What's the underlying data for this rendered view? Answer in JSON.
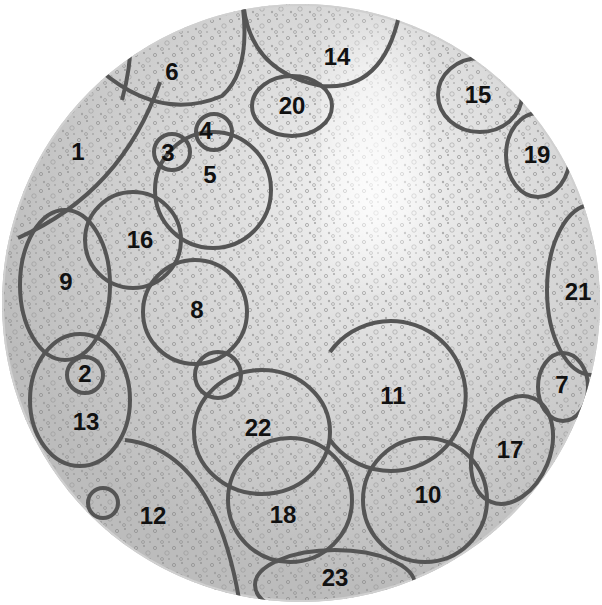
{
  "diagram": {
    "nodes": [
      {
        "text": [
          "6"
        ]
      },
      {
        "text": [
          "14"
        ]
      },
      {
        "text": [
          "20"
        ]
      },
      {
        "text": [
          "15"
        ]
      },
      {
        "text": [
          "4"
        ]
      },
      {
        "text": [
          "3"
        ]
      },
      {
        "text": [
          "1"
        ]
      },
      {
        "text": [
          "5"
        ]
      },
      {
        "text": [
          "19"
        ]
      },
      {
        "text": [
          "16"
        ]
      },
      {
        "text": [
          "9"
        ]
      },
      {
        "text": [
          "21"
        ]
      },
      {
        "text": [
          "8"
        ]
      },
      {
        "text": [
          "11"
        ]
      },
      {
        "text": [
          "13"
        ]
      },
      {
        "text": [
          "2"
        ],
        "in": 14
      },
      {
        "text": [
          "7"
        ]
      },
      {
        "text": [
          "17"
        ]
      },
      {
        "text": [
          "22"
        ]
      },
      {
        "text": [
          "12"
        ]
      },
      {
        "text": [
          "18"
        ]
      },
      {
        "text": [
          "10"
        ]
      },
      {
        "text": [
          "23"
        ]
      }
    ]
  }
}
